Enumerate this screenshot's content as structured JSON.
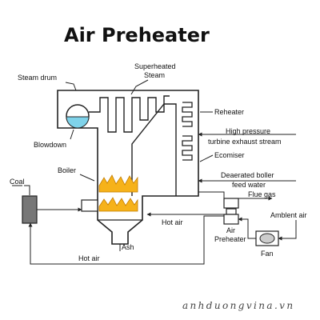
{
  "title": "Air Preheater",
  "labels": {
    "steam_drum": "Steam drum",
    "superheated_steam_line1": "Superheated",
    "superheated_steam_line2": "Steam",
    "reheater": "Reheater",
    "high_pressure": "High pressure",
    "turbine_exhaust": "turbine exhaust stream",
    "ecomiser": "Ecomiser",
    "deaerated_line1": "Deaerated boller",
    "deaerated_line2": "feed water",
    "flue_gas": "Flue gas",
    "blowdown": "Blowdown",
    "boiler": "Boiler",
    "coal": "Coal",
    "ambient_air": "Amblent air",
    "air_preheater_line1": "Air",
    "air_preheater_line2": "Preheater",
    "fan": "Fan",
    "hot_air_right": "Hot air",
    "hot_air_bottom": "Hot air",
    "ash": "Ash"
  },
  "watermark": "anhduongvina.vn",
  "colors": {
    "ink": "#222222",
    "water": "#7fd3ea",
    "flame": "#f6b21a",
    "coal": "#777777",
    "text": "#111111"
  }
}
